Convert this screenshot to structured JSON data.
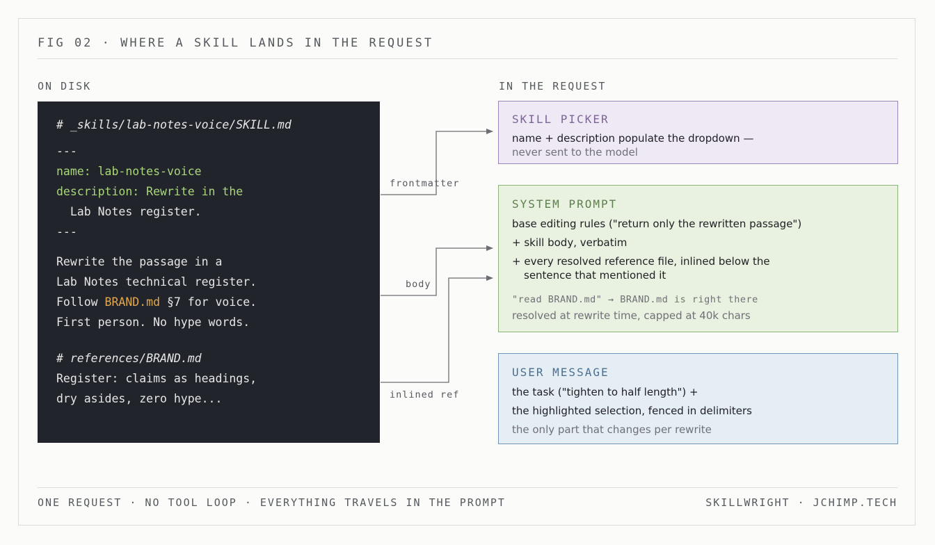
{
  "figure": {
    "title": "FIG 02 · WHERE A SKILL LANDS IN THE REQUEST"
  },
  "on_disk": {
    "label": "ON DISK",
    "code_lines": {
      "path_comment": "# _skills/lab-notes-voice/SKILL.md",
      "dash_open": "---",
      "name_key": "name:",
      "name_val": "lab-notes-voice",
      "desc_key": "description:",
      "desc_val_1": "Rewrite in the",
      "desc_val_2": "  Lab Notes register.",
      "dash_close": "---",
      "body_1": "Rewrite the passage in a",
      "body_2": "Lab Notes technical register.",
      "body_3_pre": "Follow ",
      "body_3_hl": "BRAND.md",
      "body_3_post": " §7 for voice.",
      "body_4": "First person. No hype words.",
      "ref_comment": "# references/BRAND.md",
      "ref_1": "Register: claims as headings,",
      "ref_2": "dry asides, zero hype..."
    }
  },
  "edges": {
    "frontmatter": "frontmatter",
    "body": "body",
    "inlined_ref": "inlined ref"
  },
  "in_request": {
    "label": "IN THE REQUEST",
    "skill_picker": {
      "title": "SKILL PICKER",
      "line_1": "name + description populate the dropdown —",
      "line_2": "never sent to the model"
    },
    "system_prompt": {
      "title": "SYSTEM PROMPT",
      "line_1": "base editing rules (\"return only the rewritten passage\")",
      "line_2": "+ skill body, verbatim",
      "line_3": "+ every resolved reference file, inlined below the",
      "line_4": "sentence that mentioned it",
      "mono_line": "\"read BRAND.md\" → BRAND.md is right there",
      "note": "resolved at rewrite time, capped at 40k chars"
    },
    "user_message": {
      "title": "USER MESSAGE",
      "line_1": "the task (\"tighten to half length\") +",
      "line_2": "the highlighted selection, fenced in delimiters",
      "note": "the only part that changes per rewrite"
    }
  },
  "footer": {
    "left": "ONE REQUEST · NO TOOL LOOP · EVERYTHING TRAVELS IN THE PROMPT",
    "right": "SKILLWRIGHT · JCHIMP.TECH"
  },
  "colors": {
    "picker_bg": "#efe8f5",
    "picker_border": "#9a86b8",
    "picker_title": "#7a6596",
    "system_bg": "#e9f1e0",
    "system_border": "#8db57a",
    "system_title": "#5d7f4d",
    "user_bg": "#e5edf5",
    "user_border": "#6f96b8",
    "user_title": "#4d6f8e",
    "code_bg": "#21252b",
    "code_green": "#a9d67a",
    "code_orange": "#e0a84e"
  }
}
